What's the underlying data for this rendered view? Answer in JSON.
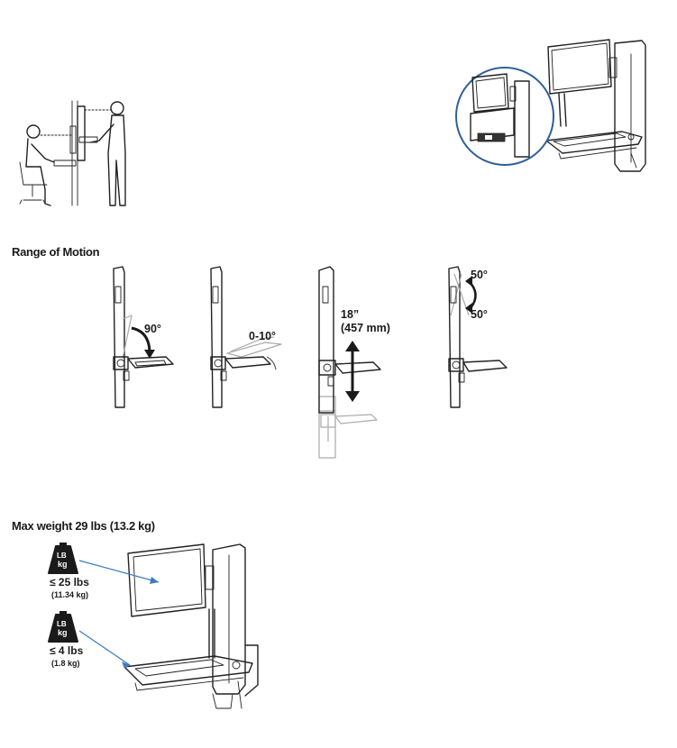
{
  "sections": {
    "range_of_motion": "Range of Motion",
    "max_weight": "Max weight 29 lbs (13.2 kg)"
  },
  "motion": {
    "rotate": "90°",
    "tilt": "0-10°",
    "height_line1": "18”",
    "height_line2": "(457 mm)",
    "swivel_up": "50°",
    "swivel_down": "50°"
  },
  "weights": {
    "monitor": {
      "icon_top": "LB",
      "icon_bottom": "kg",
      "value": "≤ 25 lbs",
      "metric": "(11.34 kg)"
    },
    "keyboard": {
      "icon_top": "LB",
      "icon_bottom": "kg",
      "value": "≤ 4 lbs",
      "metric": "(1.8 kg)"
    }
  },
  "colors": {
    "arrow_blue": "#3a7dbf",
    "circle_blue": "#2f5f9a",
    "line": "#222222",
    "ghost": "#aaaaaa",
    "weight_icon": "#1a1a1a"
  },
  "icons": [
    "weight-icon",
    "rotation-arrow-icon",
    "vertical-arrow-icon",
    "swivel-arrow-icon"
  ]
}
